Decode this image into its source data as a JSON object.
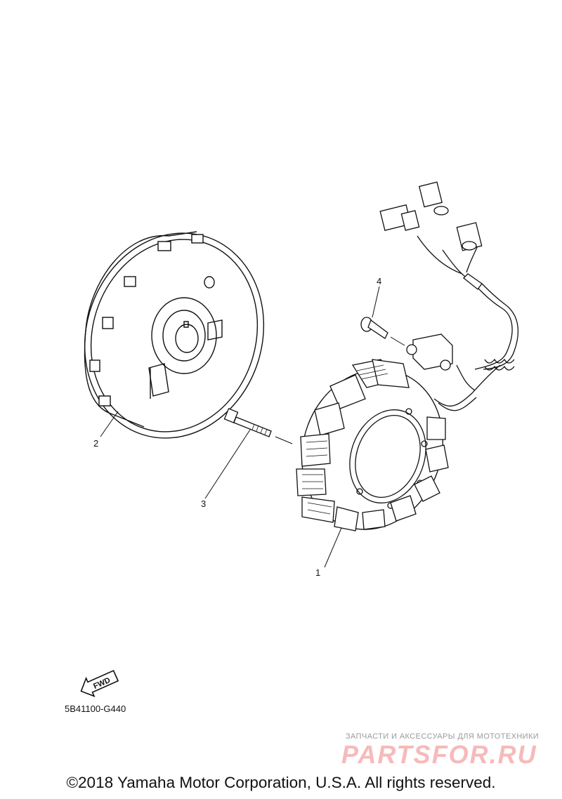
{
  "callouts": {
    "part_1": "1",
    "part_2": "2",
    "part_3": "3",
    "part_4": "4"
  },
  "fwd_label": "FWD",
  "diagram_code": "5B41100-G440",
  "watermark": {
    "tagline": "ЗАПЧАСТИ И АКСЕССУАРЫ ДЛЯ МОТОТЕХНИКИ",
    "logo": "PARTSFOR.RU"
  },
  "copyright": "©2018 Yamaha Motor Corporation, U.S.A. All rights reserved."
}
